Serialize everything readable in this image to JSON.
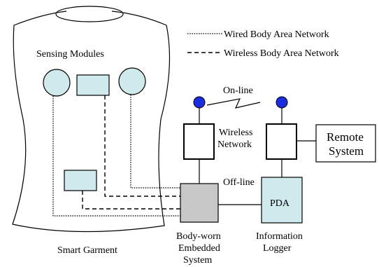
{
  "legend": {
    "wired": "Wired Body Area Network",
    "wireless": "Wireless Body Area Network"
  },
  "labels": {
    "sensing_modules": "Sensing Modules",
    "smart_garment": "Smart Garment",
    "online": "On-line",
    "offline": "Off-line",
    "wireless_network_1": "Wireless",
    "wireless_network_2": "Network",
    "pda": "PDA",
    "remote_system_1": "Remote",
    "remote_system_2": "System",
    "body_worn_1": "Body-worn",
    "body_worn_2": "Embedded",
    "body_worn_3": "System",
    "info_logger_1": "Information",
    "info_logger_2": "Logger"
  },
  "colors": {
    "sensor_fill": "#cfe9ec",
    "embedded_fill": "#c8c8c8",
    "pda_fill": "#cfe9ec",
    "antenna_fill": "#1a2ee0"
  }
}
